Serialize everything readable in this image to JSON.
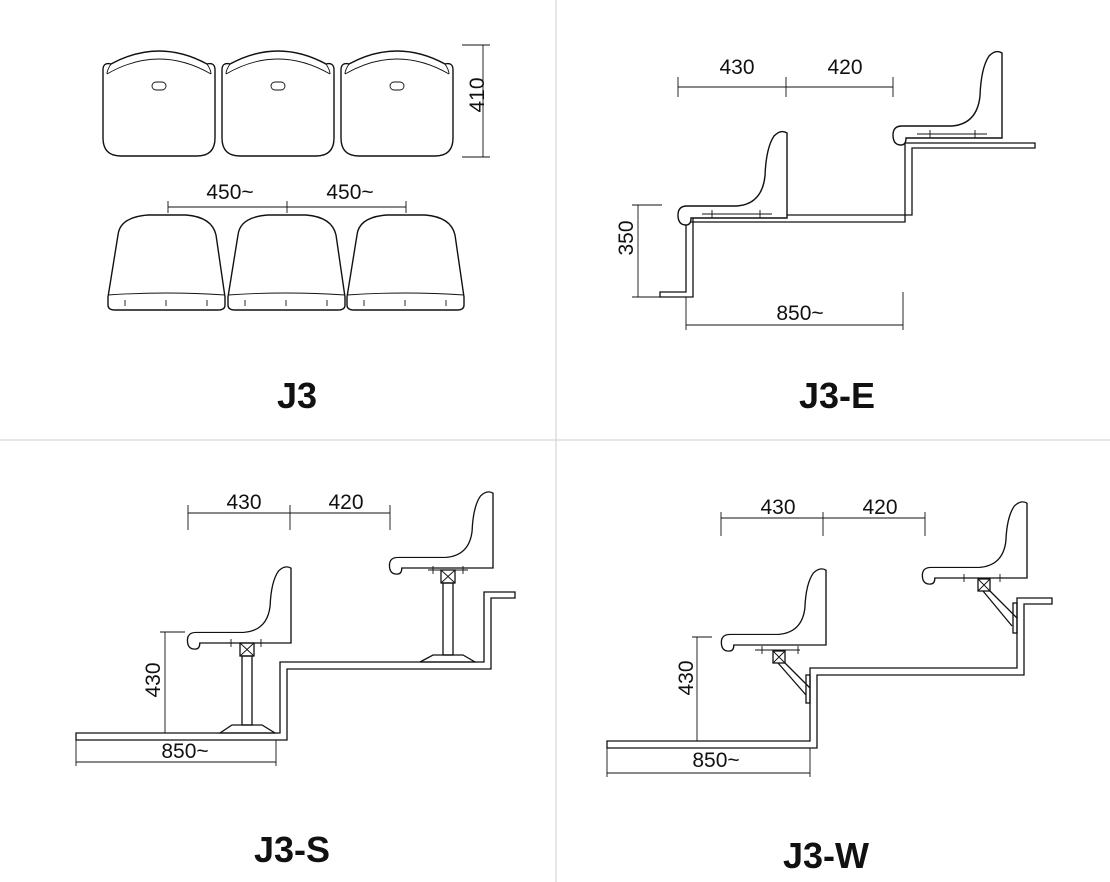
{
  "panels": [
    {
      "title": "J3",
      "dims": {
        "back_height": "410",
        "pitch_1": "450~",
        "pitch_2": "450~"
      }
    },
    {
      "title": "J3-E",
      "dims": {
        "seat_depth": "430",
        "gap": "420",
        "step_height": "350",
        "tread": "850~"
      }
    },
    {
      "title": "J3-S",
      "dims": {
        "seat_depth": "430",
        "gap": "420",
        "seat_height": "430",
        "tread": "850~"
      }
    },
    {
      "title": "J3-W",
      "dims": {
        "seat_depth": "430",
        "gap": "420",
        "seat_height": "430",
        "tread": "850~"
      }
    }
  ]
}
